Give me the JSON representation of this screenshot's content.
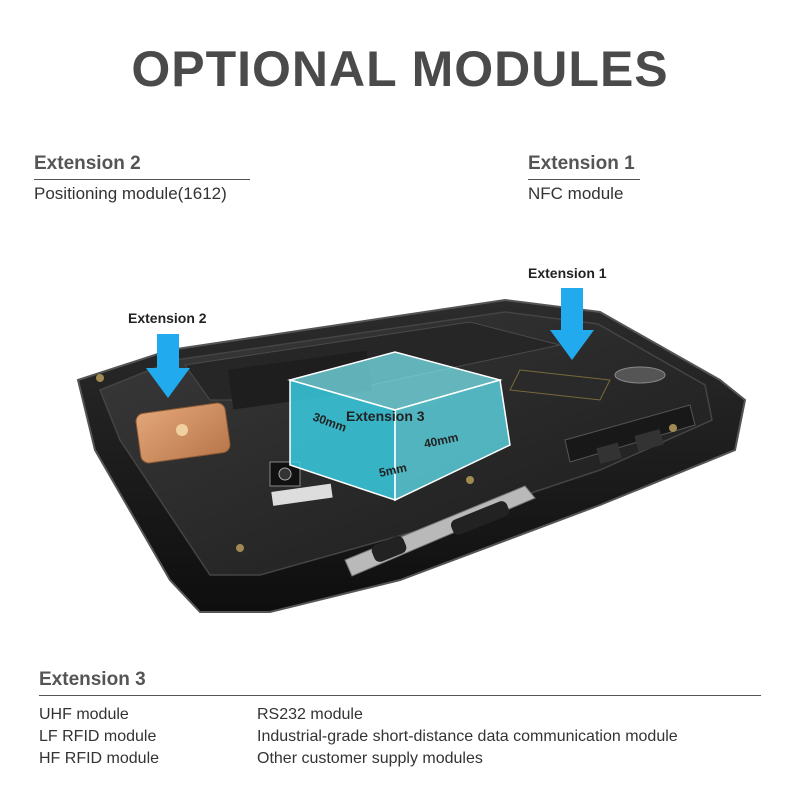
{
  "title": "OPTIONAL MODULES",
  "extension2": {
    "heading": "Extension 2",
    "description": "Positioning module(1612)"
  },
  "extension1": {
    "heading": "Extension 1",
    "description": "NFC module"
  },
  "callouts": {
    "ext1": "Extension 1",
    "ext2": "Extension 2",
    "ext3": "Extension 3"
  },
  "dimensions": {
    "length": "30mm",
    "width": "40mm",
    "height": "5mm"
  },
  "extension3": {
    "heading": "Extension 3",
    "left_column": [
      "UHF module",
      "LF RFID module",
      "HF RFID module"
    ],
    "right_column": [
      "RS232 module",
      "Industrial-grade short-distance data communication module",
      "Other customer supply modules"
    ]
  },
  "colors": {
    "accent_arrow": "#22aaee",
    "box_fill": "#5fe3f2",
    "device_body": "#1c1c1c"
  }
}
